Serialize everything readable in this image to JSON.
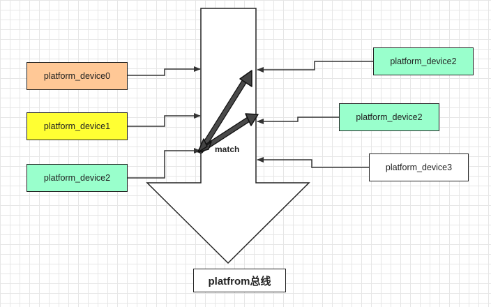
{
  "colors": {
    "orange": "#ffc896",
    "yellow": "#ffff33",
    "green": "#99ffcc",
    "white": "#ffffff",
    "line": "#333333",
    "match_arrow": "#444444"
  },
  "left_devices": [
    {
      "label": "platform_device0",
      "color": "#ffc896"
    },
    {
      "label": "platform_device1",
      "color": "#ffff33"
    },
    {
      "label": "platform_device2",
      "color": "#99ffcc"
    }
  ],
  "right_devices": [
    {
      "label": "platform_device2",
      "color": "#99ffcc"
    },
    {
      "label": "platform_device2",
      "color": "#99ffcc"
    },
    {
      "label": "platform_device3",
      "color": "#ffffff"
    }
  ],
  "match_label": "match",
  "bus_label": "platfrom总线"
}
